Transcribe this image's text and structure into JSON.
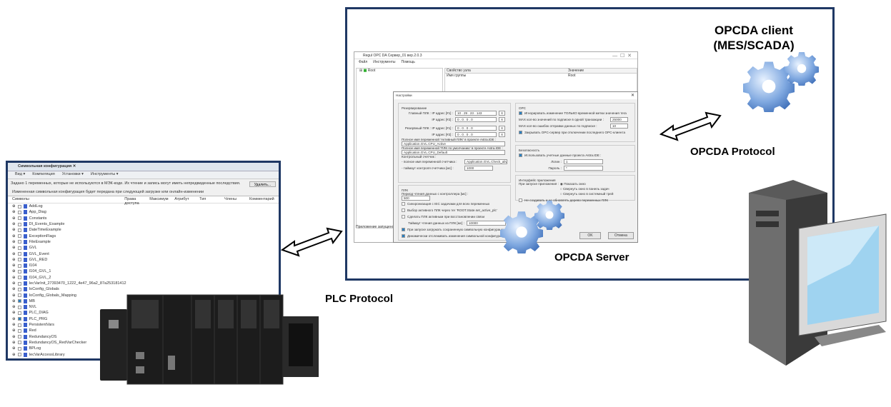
{
  "labels": {
    "opcda_client": "OPCDA client",
    "mes_scada": "(MES/SCADA)",
    "opcda_protocol": "OPCDA Protocol",
    "opcda_server": "OPCDA Server",
    "plc_protocol": "PLC Protocol"
  },
  "symconfig": {
    "tab": "Символьная конфигурация",
    "toolbar": [
      "Вид ▾",
      "Компиляция",
      "Установки ▾",
      "Инструменты ▾"
    ],
    "warning": "Задано 1 переменных, которые не используются в МЭК-коде. Их чтение и запись могут иметь непредвиденные последствия.",
    "delete_btn": "Удалить...",
    "info": "Измененная символьная конфигурация будет передана при следующей загрузке или онлайн-изменении",
    "columns": [
      "Символы",
      "Права доступа",
      "Максимум",
      "Атрибут",
      "Тип",
      "Члены",
      "Комментарий"
    ],
    "items": [
      {
        "name": "AddLog",
        "checked": false
      },
      {
        "name": "App_Diag",
        "checked": false
      },
      {
        "name": "Constants",
        "checked": false
      },
      {
        "name": "DI_Events_Example",
        "checked": false
      },
      {
        "name": "DateTimeExample",
        "checked": false
      },
      {
        "name": "ExceptionFlags",
        "checked": false
      },
      {
        "name": "FileExample",
        "checked": false
      },
      {
        "name": "GVL",
        "checked": false
      },
      {
        "name": "GVL_Event",
        "checked": false
      },
      {
        "name": "GVL_RED",
        "checked": false
      },
      {
        "name": "I104",
        "checked": false
      },
      {
        "name": "I104_GVL_1",
        "checked": false
      },
      {
        "name": "I104_GVL_2",
        "checked": false
      },
      {
        "name": "IecVarInit_27393470_1222_4e47_96a2_87a253181412",
        "checked": false
      },
      {
        "name": "IoConfig_Globals",
        "checked": false
      },
      {
        "name": "IoConfig_Globals_Mapping",
        "checked": false
      },
      {
        "name": "MB",
        "checked": true
      },
      {
        "name": "NVL",
        "checked": false
      },
      {
        "name": "PLC_DIAG",
        "checked": false
      },
      {
        "name": "PLC_PRG",
        "checked": true
      },
      {
        "name": "PersistentVars",
        "checked": false
      },
      {
        "name": "Red",
        "checked": false
      },
      {
        "name": "RedundancyOS",
        "checked": false
      },
      {
        "name": "RedundancyOS_RedVarChecker",
        "checked": false
      },
      {
        "name": "BPLog",
        "checked": false
      },
      {
        "name": "IecVarAccessLibrary",
        "checked": false
      }
    ]
  },
  "opc": {
    "title": "Regul OPC DA Сервер_01 вер.2.0.3",
    "menu": [
      "Файл",
      "Инструменты",
      "Помощь"
    ],
    "tree_root": "Root",
    "columns": [
      "Свойство узла",
      "Значение"
    ],
    "row": [
      "Имя группы",
      "Root"
    ],
    "status": "Приложение запущено"
  },
  "settings": {
    "title": "Настройки",
    "redundancy": "Резервирование",
    "main_plc": "Главный ПЛК : IP адрес [#1] :",
    "ip2": "IP адрес [#2] :",
    "reserve_plc": "Резервный ПЛК : IP адрес [#1] :",
    "main_ip1": "10 . 29 . 23 . 143",
    "zero_ip": "0 . 0 . 0 . 0",
    "x": "X",
    "active_label": "Полное имя переменной 'Активный ПЛК' в проекте Astra.IDE :",
    "active_val": "Application.GVL.CPU_Active",
    "default_label": "Полное имя переменной 'ПЛК по умолчанию' в проекте Astra.IDE :",
    "default_val": "Application.GVL.CPU_Default",
    "counter": "Контрольный счетчик :",
    "counter_name_label": "- полное имя переменной счетчика :",
    "counter_name_val": "Application.GVL.Check_alive",
    "counter_timeout_label": "- таймаут контроля счетчика [мс] :",
    "counter_timeout_val": "1000",
    "plc": "ПЛК",
    "period_label": "Период чтения данных с контроллера [мс] :",
    "period_val": "500",
    "plc_opts": [
      {
        "t": "Синхронизация с IEC задачами для всех переменных",
        "on": false
      },
      {
        "t": "Выбор активного ПЛК через тег 'ROOT.State.set_active_plc'",
        "on": false
      },
      {
        "t": "Сделать ПЛК активным при восстановлении связи",
        "on": false
      }
    ],
    "read_timeout_label": "Таймаут чтения данных из ПЛК [мс] :",
    "read_timeout_val": "10000",
    "plc_opts2": [
      {
        "t": "При запуске загружать сохраненную символьную конфигурацию",
        "on": true
      },
      {
        "t": "Динамически отслеживать изменения символьной конфигурации",
        "on": true
      }
    ],
    "opc": "OPC",
    "opc_ignore": "Игнорировать изменение ТОЛЬКО временной метки значения тега",
    "max_vals_label": "MAX кол-во значений по подписке в одной транзакции :",
    "max_vals": "25000",
    "max_err_label": "MAX кол-во ошибок отправки данных по подписке :",
    "max_err": "10",
    "close_opc": "Закрывать OPC-сервер при отключении последнего OPC-клиента",
    "security": "Безопасность",
    "use_creds": "Использовать учетные данные проекта Astra.IDE :",
    "login_label": "Логин :",
    "login": "1",
    "pass_label": "Пароль :",
    "pass": "*",
    "app_iface": "Интерфейс приложения",
    "on_start": "При запуске приложения :",
    "radios": [
      {
        "t": "Показать окно",
        "on": true
      },
      {
        "t": "Свернуть окно в панель задач",
        "on": false
      },
      {
        "t": "Свернуть окно в системный трей",
        "on": false
      }
    ],
    "no_tree": "Не создавать и не обновлять дерево переменных ПЛК",
    "ok": "OK",
    "cancel": "Отмена"
  },
  "colors": {
    "frame": "#1f3864",
    "gear": "#5b8fd6"
  }
}
